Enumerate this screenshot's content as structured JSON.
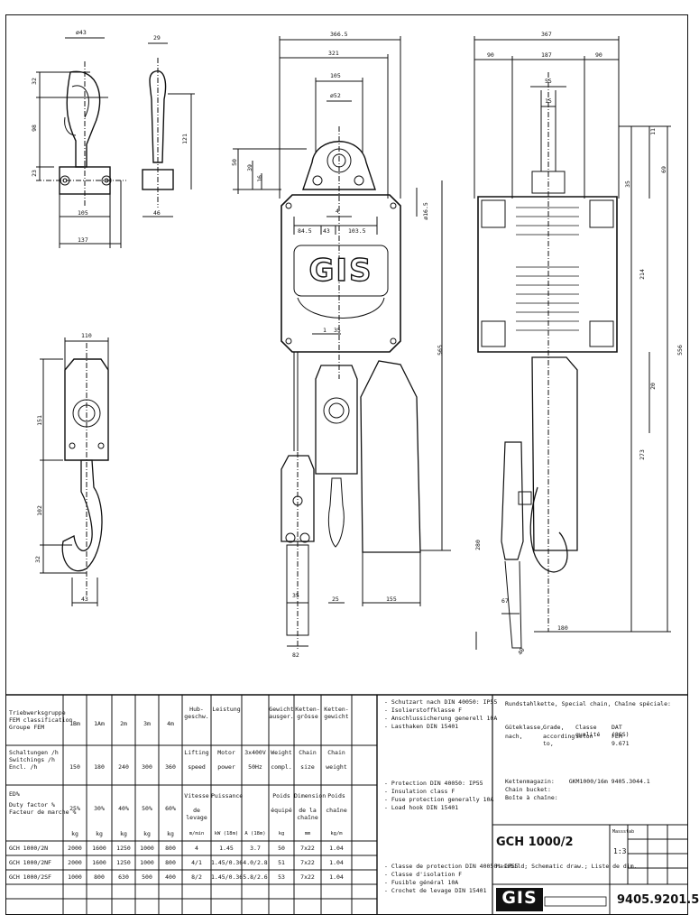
{
  "drawing": {
    "dims": {
      "hook_top_d": "ø43",
      "hook_side_w": "29",
      "d32a": "32",
      "d98": "98",
      "d121": "121",
      "d23": "23",
      "d105a": "105",
      "d137": "137",
      "d46": "46",
      "d366": "366.5",
      "d321": "321",
      "d105b": "105",
      "d52": "ø52",
      "d50": "50",
      "d39": "39",
      "d16": "16",
      "d165": "ø16.5",
      "d4": "4",
      "d845": "84.5",
      "d43b": "43",
      "d1035": "103.5",
      "d565": "565",
      "d1": "1",
      "d35a": "35",
      "d35b": "35",
      "d25": "25",
      "d155": "155",
      "d82": "82",
      "d367": "367",
      "d90a": "90",
      "d187": "187",
      "d90b": "90",
      "d55": "55",
      "d15": "15",
      "d11": "11",
      "d69": "69",
      "d35c": "35",
      "d214": "214",
      "d556": "556",
      "d20": "20",
      "d273": "273",
      "d280": "280",
      "d67": "67",
      "d180": "180",
      "d40": "40",
      "d110": "110",
      "d151": "151",
      "d102": "102",
      "d32b": "32",
      "d43c": "43"
    },
    "logo": "GIS"
  },
  "table": {
    "rows_head": [
      {
        "de": "Triebwerksgruppe",
        "en": "FEM classification",
        "fr": "Groupe FEM"
      },
      {
        "de": "Schaltungen /h",
        "en": "Switchings /h",
        "fr": "Encl. /h"
      },
      {
        "de": "ED%",
        "en": "Duty factor %",
        "fr": "Facteur de marche %"
      }
    ],
    "fem": [
      "1Bm",
      "1Am",
      "2m",
      "3m",
      "4m"
    ],
    "switch": [
      "150",
      "180",
      "240",
      "300",
      "360"
    ],
    "duty": [
      "25%",
      "30%",
      "40%",
      "50%",
      "60%"
    ],
    "col_h": [
      {
        "a": "Hub-",
        "b": "geschw.",
        "c": "Lifting",
        "d": "speed",
        "e": "Vitesse",
        "f": "de levage",
        "u": "m/min"
      },
      {
        "a": "Leistung",
        "b": "",
        "c": "Motor",
        "d": "power",
        "e": "Puissance",
        "f": "",
        "u": "kW (18m)"
      },
      {
        "a": "",
        "b": "",
        "c": "3x400V",
        "d": "50Hz",
        "e": "",
        "f": "",
        "u": "A (18m)"
      },
      {
        "a": "Gewicht",
        "b": "ausger.",
        "c": "Weight",
        "d": "compl.",
        "e": "Poids",
        "f": "équipé",
        "u": "kg"
      },
      {
        "a": "Ketten-",
        "b": "grösse",
        "c": "Chain",
        "d": "size",
        "e": "Dimension",
        "f": "de la chaîne",
        "u": "mm"
      },
      {
        "a": "Ketten-",
        "b": "gewicht",
        "c": "Chain",
        "d": "weight",
        "e": "Poids",
        "f": "chaîne",
        "u": "kg/m"
      }
    ],
    "kg": "kg",
    "models": [
      {
        "name": "GCH 1000/2N",
        "v": [
          "2000",
          "1600",
          "1250",
          "1000",
          "800"
        ],
        "s": "4",
        "p": "1.45",
        "a": "3.7",
        "w": "50",
        "c": "7x22",
        "cw": "1.04"
      },
      {
        "name": "GCH 1000/2NF",
        "v": [
          "2000",
          "1600",
          "1250",
          "1000",
          "800"
        ],
        "s": "4/1",
        "p": "1.45/0.36",
        "a": "4.0/2.8",
        "w": "51",
        "c": "7x22",
        "cw": "1.04"
      },
      {
        "name": "GCH 1000/2SF",
        "v": [
          "1000",
          "800",
          "630",
          "500",
          "400"
        ],
        "s": "8/2",
        "p": "1.45/0.36",
        "a": "5.8/2.6",
        "w": "53",
        "c": "7x22",
        "cw": "1.04"
      }
    ],
    "notes_de": [
      "- Schutzart nach  DIN 40050:   IP55",
      "- Isolierstoffklasse              F",
      "- Anschlussicherung generell    10A",
      "- Lasthaken  DIN 15401"
    ],
    "notes_en": [
      "- Protection DIN 40050:     IP55",
      "- Insulation class              F",
      "- Fuse protection generally  10A",
      "- Load hook  DIN 15401"
    ],
    "notes_fr": [
      "- Classe de protection DIN 40050:  IP55",
      "- Classe d'isolation               F",
      "- Fusible général                 10A",
      "- Crochet de levage   DIN 15401"
    ],
    "chain_title": "Rundstahlkette,  Special chain,  Chaîne spéciale:",
    "chain_rows": [
      {
        "a": "Güteklasse,",
        "b": "Grade,",
        "c": "Classe qualité",
        "d": "DAT (8SS)"
      },
      {
        "a": "nach,",
        "b": "according to,",
        "c": "selon",
        "d": "FEM 9.671"
      }
    ],
    "bucket": [
      "Kettenmagazin:",
      "Chain bucket:",
      "Boîte à chaîne:"
    ],
    "bucket_val": "GKM1000/16m     9405.3044.1",
    "title": "GCH 1000/2",
    "subtitle": "Massbild; Schematic draw.; Liste de dim.",
    "scale_label": "Massstab",
    "scale": "1:3",
    "drawing_no": "9405.9201.5",
    "logo": "GIS"
  }
}
